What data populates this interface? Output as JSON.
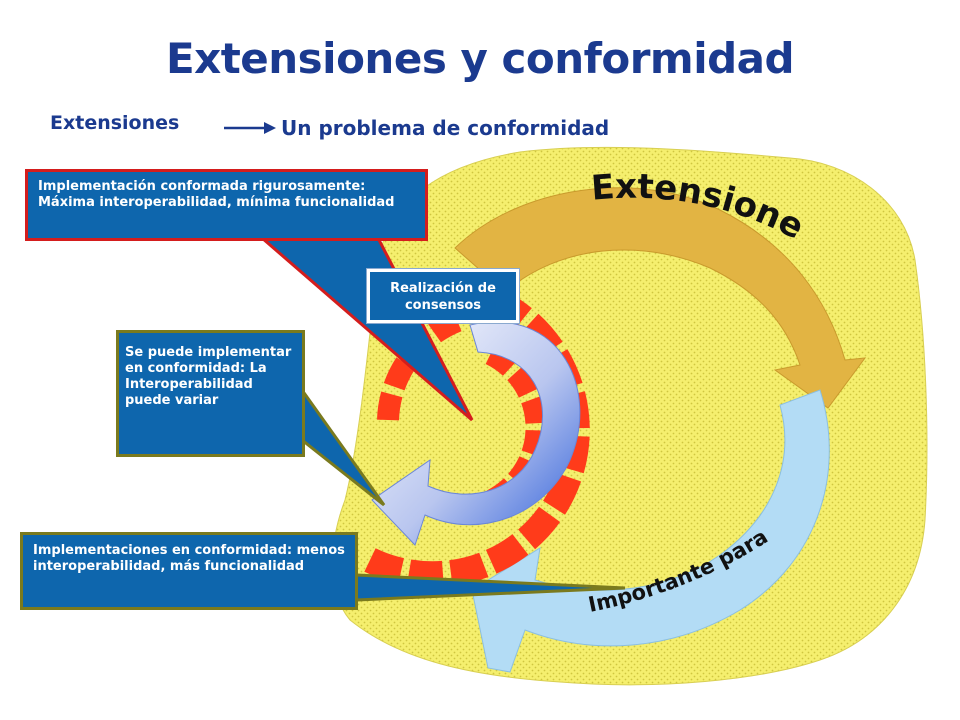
{
  "title": "Extensiones y conformidad",
  "subtitle": {
    "left": "Extensiones",
    "right": "Un problema de conformidad"
  },
  "diagram": {
    "outer_arrow_top": "Extensiones",
    "outer_arrow_bottom": "Importante para la industria",
    "center_box": "Realización de consensos",
    "callouts": {
      "top": "Implementación conformada rigurosamente: Máxima interoperabilidad, mínima funcionalidad",
      "middle": "Se puede implementar en conformidad: La Interoperabilidad puede variar",
      "bottom": "Implementaciones en conformidad: menos interoperabilidad, más funcionalidad"
    }
  },
  "colors": {
    "title": "#1b3a8f",
    "blob": "#f5ef6e",
    "arrow_gold": "#e2b443",
    "arrow_lightblue": "#b3dcf5",
    "arrow_red": "#ff3b1a",
    "callout": "#0e66ad"
  }
}
